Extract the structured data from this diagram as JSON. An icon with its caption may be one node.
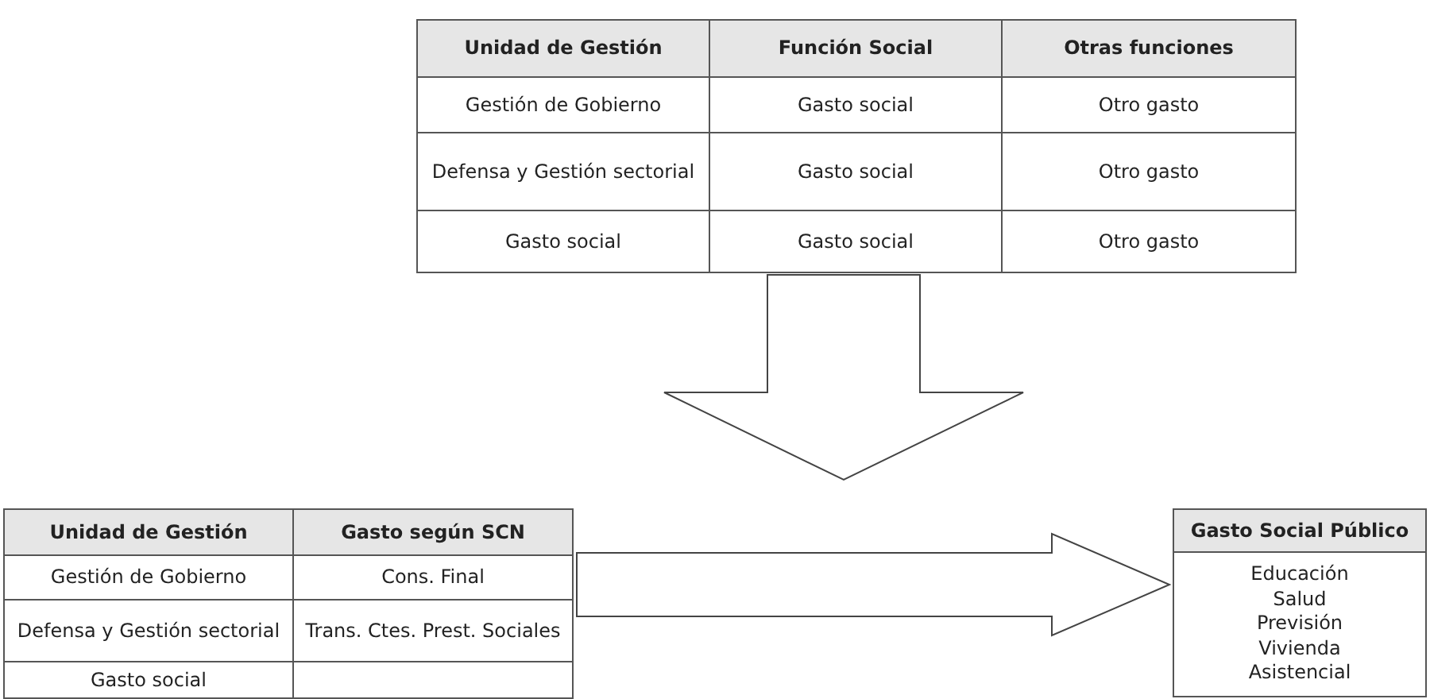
{
  "diagram": {
    "nodes": [
      {
        "text": [
          "Unidad de Gestión",
          "Función Social",
          "Otras funciones",
          "Gestión de Gobierno",
          "Gasto social",
          "Otro gasto",
          "Defensa y Gestión sectorial",
          "Gasto social",
          "Otro gasto",
          "Gasto social",
          "Gasto social",
          "Otro gasto"
        ]
      },
      {
        "text": [
          "Unidad de Gestión",
          "Gasto según SCN",
          "Gestión de Gobierno",
          "Cons. Final",
          "Defensa y Gestión sectorial",
          "Trans. Ctes. Prest. Sociales",
          "Gasto social"
        ]
      },
      {
        "text": [
          "Gasto Social Público",
          "Educación",
          "Salud",
          "Previsión",
          "Vivienda",
          "Asistencial"
        ]
      }
    ],
    "edges": [
      {
        "from": 0,
        "to": null,
        "arrow": "to"
      },
      {
        "from": 1,
        "to": 2,
        "arrow": "to"
      }
    ]
  }
}
